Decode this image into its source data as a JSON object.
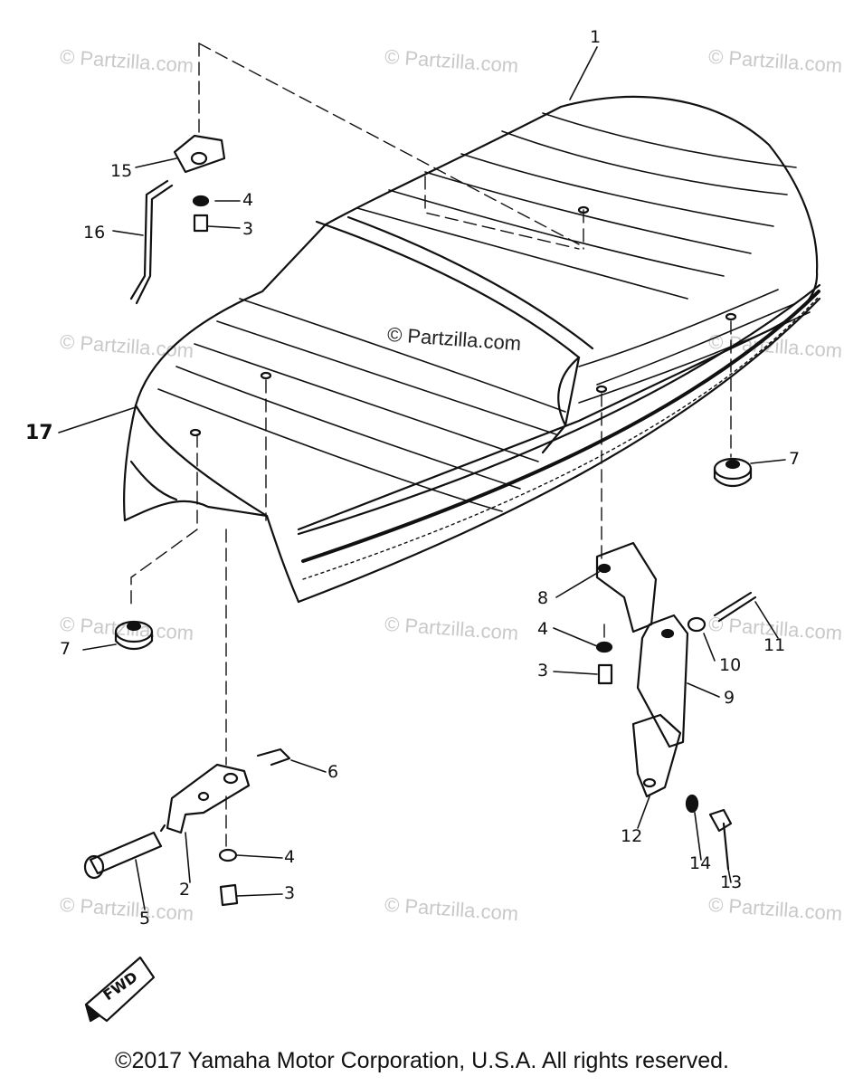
{
  "watermarks": {
    "text": "© Partzilla.com",
    "center_text": "© Partzilla.com"
  },
  "callouts": {
    "c1": "1",
    "c2": "2",
    "c3a": "3",
    "c3b": "3",
    "c3c": "3",
    "c4a": "4",
    "c4b": "4",
    "c4c": "4",
    "c5": "5",
    "c6": "6",
    "c7a": "7",
    "c7b": "7",
    "c8": "8",
    "c9": "9",
    "c10": "10",
    "c11": "11",
    "c12": "12",
    "c13": "13",
    "c14": "14",
    "c15": "15",
    "c16": "16",
    "c17": "17"
  },
  "fwd_label": "FWD",
  "footer": "©2017  Yamaha Motor Corporation, U.S.A. All rights reserved.",
  "colors": {
    "ink": "#111111",
    "watermark": "#c9c9c9"
  }
}
